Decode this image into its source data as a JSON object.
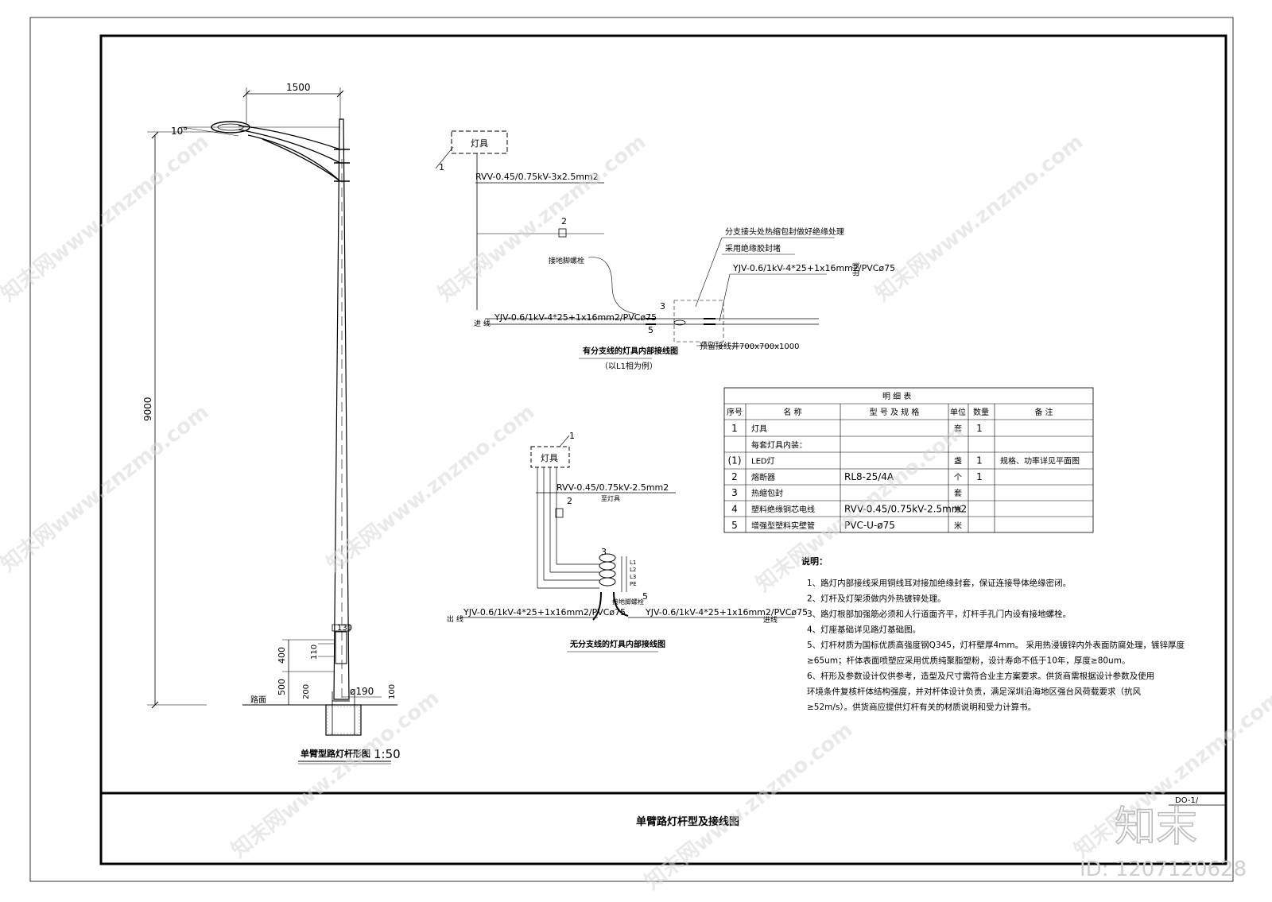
{
  "pole_drawing": {
    "arm_length": "1500",
    "arm_angle": "10°",
    "pole_height": "9000",
    "dim_400": "400",
    "dim_500": "500",
    "dim_130": "130",
    "dim_110": "110",
    "dim_200": "200",
    "dim_100": "100",
    "diameter": "ø190",
    "ground_label": "路面",
    "caption": "单臂型路灯杆形图",
    "scale": "1:50"
  },
  "branch_wiring": {
    "lamp_label": "灯具",
    "item1": "1",
    "cable_top": "RVV-0.45/0.75kV-3x2.5mm2",
    "item2": "2",
    "ground_bolt": "接地脚螺栓",
    "note1": "分支接头处热缩包封做好绝缘处理",
    "note2": "采用绝缘胶封堵",
    "cable_out": "YJV-0.6/1kV-4*25+1x16mm2/PVCø75",
    "out_label": "出线",
    "cable_in": "YJV-0.6/1kV-4*25+1x16mm2/PVCø75",
    "in_label": "进 线",
    "item3": "3",
    "item5": "5",
    "pit_label": "预留接线井700x700x1000",
    "caption": "有分支线的灯具内部接线图",
    "subcaption": "（以L1相为例）"
  },
  "nobranch_wiring": {
    "lamp_label": "灯具",
    "item1": "1",
    "cable_top": "RVV-0.45/0.75kV-2.5mm2",
    "to_lamp": "至灯具",
    "item2": "2",
    "item3": "3",
    "phase_labels": [
      "L1",
      "L2",
      "L3",
      "PE"
    ],
    "ground_bolt": "接地脚螺栓",
    "item5": "5",
    "cable_out": "YJV-0.6/1kV-4*25+1x16mm2/PVCø75",
    "out_label": "出 线",
    "cable_in": "YJV-0.6/1kV-4*25+1x16mm2/PVCø75",
    "in_label": "进线",
    "caption": "无分支线的灯具内部接线图"
  },
  "material_table": {
    "title": "明 细 表",
    "headers": [
      "序号",
      "名 称",
      "型 号 及 规 格",
      "单位",
      "数量",
      "备 注"
    ],
    "rows": [
      [
        "1",
        "灯具",
        "",
        "套",
        "1",
        ""
      ],
      [
        "",
        "每套灯具内装：",
        "",
        "",
        "",
        ""
      ],
      [
        "(1)",
        "LED灯",
        "",
        "盏",
        "1",
        "规格、功率详见平面图"
      ],
      [
        "2",
        "熔断器",
        "RL8-25/4A",
        "个",
        "1",
        ""
      ],
      [
        "3",
        "热缩包封",
        "",
        "套",
        "",
        ""
      ],
      [
        "4",
        "塑料绝缘铜芯电线",
        "RVV-0.45/0.75kV-2.5mm2",
        "米",
        "",
        ""
      ],
      [
        "5",
        "增强型塑料实壁管",
        "PVC-U-ø75",
        "米",
        "",
        ""
      ]
    ]
  },
  "notes": {
    "heading": "说明：",
    "lines": [
      "1、路灯内部接线采用铜线耳对接加绝缘封套，保证连接导体绝缘密闭。",
      "2、灯杆及灯架须做内外热镀锌处理。",
      "3、路灯根部加强筋必须和人行道面齐平，灯杆手孔门内设有接地螺栓。",
      "4、灯座基础详见路灯基础图。",
      "5、灯杆材质为国标优质高强度钢Q345，灯杆壁厚4mm。 采用热浸镀锌内外表面防腐处理，镀锌厚度",
      "≥65um；杆体表面喷塑应采用优质纯聚脂塑粉，设计寿命不低于10年，厚度≥80um。",
      "6、杆形及参数设计仅供参考，造型及尺寸需符合业主方案要求。供货商需根据设计参数及使用",
      "环境条件复核杆体结构强度，并对杆体设计负责，满足深圳沿海地区强台风荷载要求（抗风",
      "≥52m/s）。供货商应提供灯杆有关的材质说明和受力计算书。"
    ]
  },
  "title_block": {
    "title": "单臂路灯杆型及接线图",
    "drawing_no": "DO-1/"
  },
  "watermark": {
    "text": "知末网www.znzmo.com",
    "brand": "知末",
    "id": "ID: 1207120628"
  }
}
